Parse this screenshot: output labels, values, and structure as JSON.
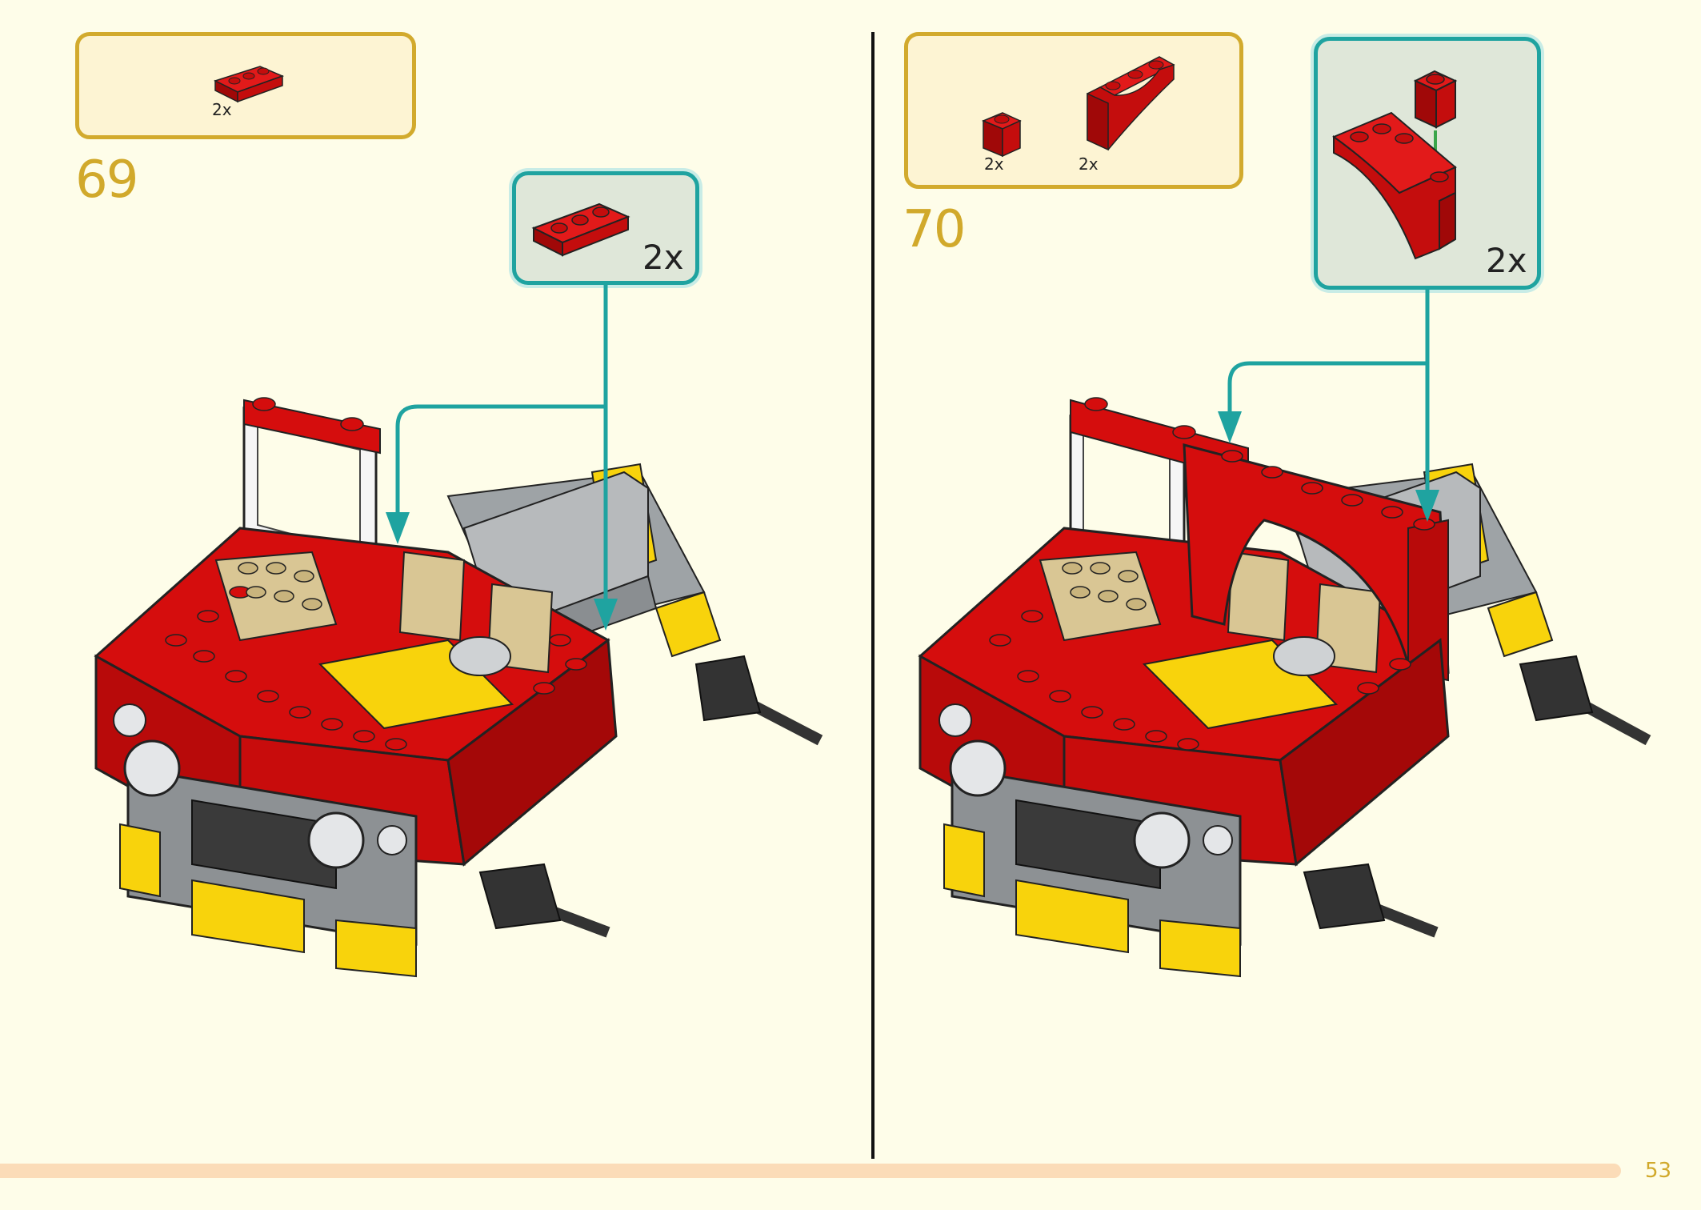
{
  "page": {
    "number": "53"
  },
  "steps": [
    {
      "number": "69",
      "parts": [
        {
          "name": "red-plate-1x3",
          "qty": "2x"
        }
      ],
      "callout": {
        "qty": "2x"
      }
    },
    {
      "number": "70",
      "parts": [
        {
          "name": "red-brick-1x1",
          "qty": "2x"
        },
        {
          "name": "red-arch-1x3x3",
          "qty": "2x"
        }
      ],
      "callout": {
        "qty": "2x"
      }
    }
  ],
  "colors": {
    "background": "#fefde9",
    "parts_box_fill": "#fdf4d3",
    "parts_box_border": "#d2aa2d",
    "callout_fill": "#dfe7d9",
    "callout_border": "#1fa3a0",
    "step_number": "#d1a92b",
    "brick_red": "#d50d0d",
    "brick_yellow": "#f8d30c",
    "brick_tan": "#d9c694",
    "brick_gray": "#a3a7aa"
  }
}
